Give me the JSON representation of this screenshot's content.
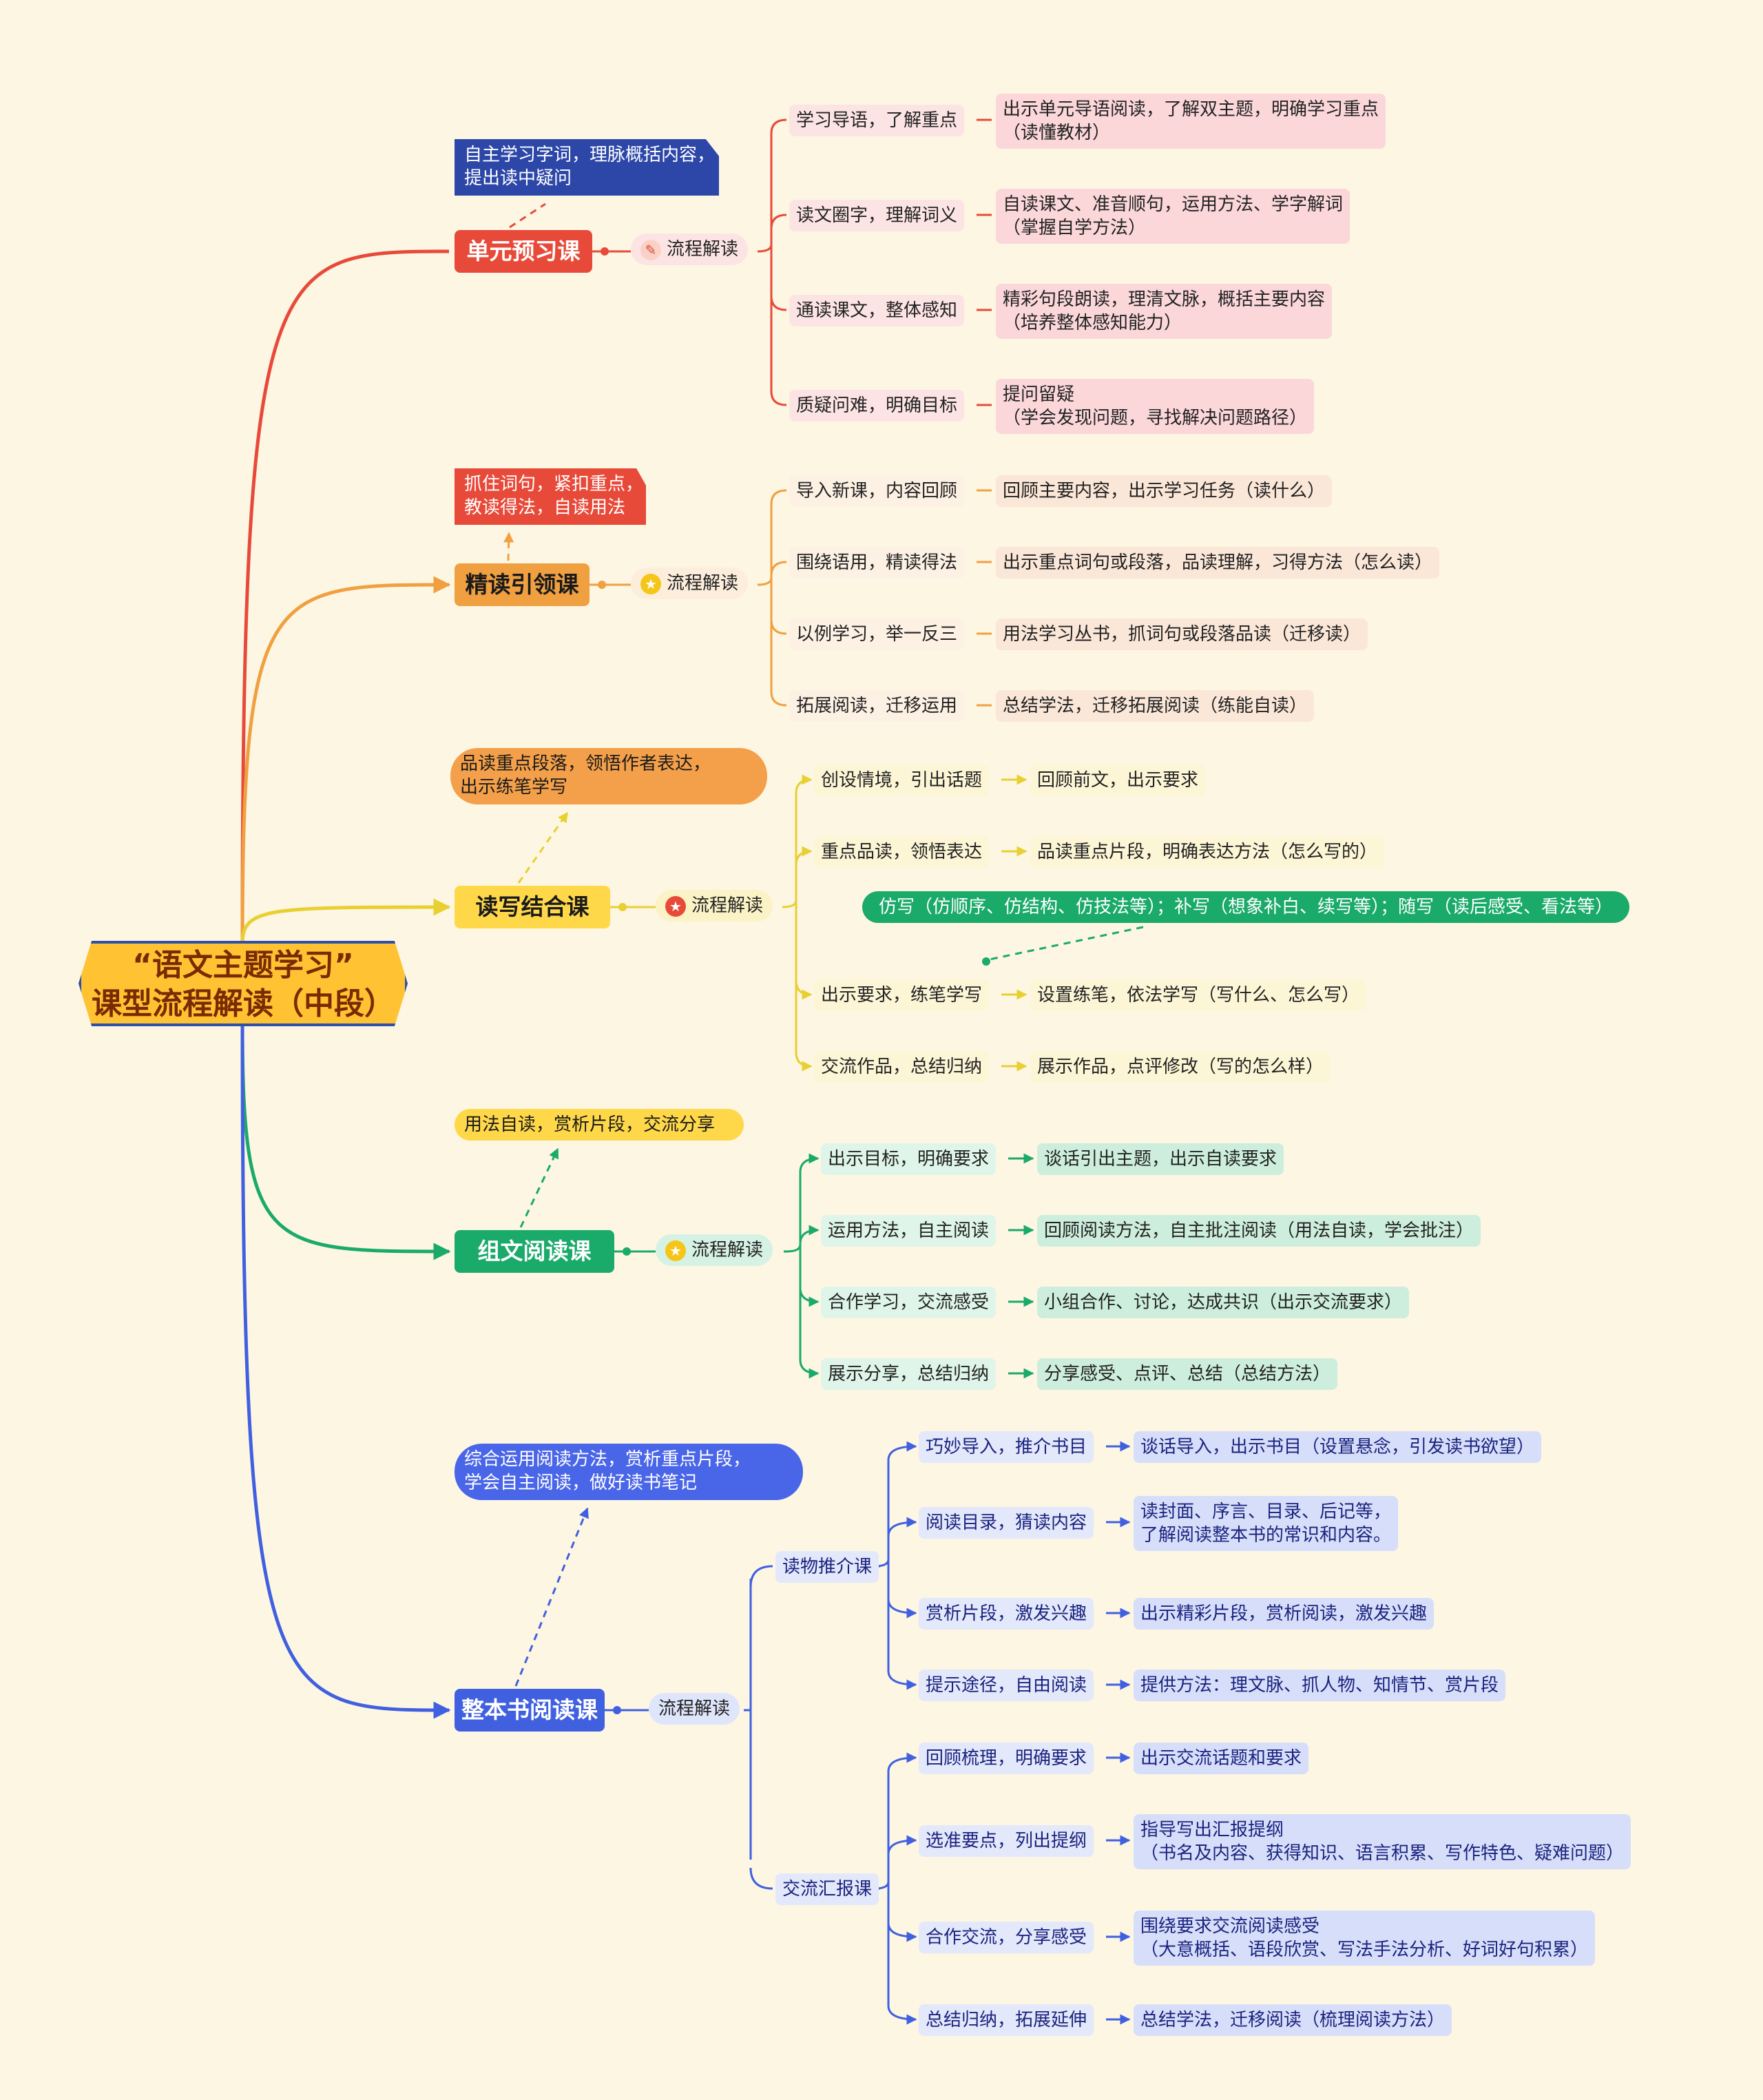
{
  "root": "“语文主题学习”\n课型流程解读（中段）",
  "colors": {
    "red": "#e84a3a",
    "orange": "#f0a040",
    "yellow": "#e8d030",
    "green": "#1aaa6a",
    "blue": "#4060e0"
  },
  "branches": [
    {
      "title": "单元预习课",
      "tag": "流程解读",
      "tag_icon": "pencil-icon",
      "note": "自主学习字词，理脉概括内容，\n提出读中疑问",
      "steps": [
        {
          "label": "学习导语，了解重点",
          "detail": "出示单元导语阅读，了解双主题，明确学习重点\n（读懂教材）"
        },
        {
          "label": "读文圈字，理解词义",
          "detail": "自读课文、准音顺句，运用方法、学字解词\n（掌握自学方法）"
        },
        {
          "label": "通读课文，整体感知",
          "detail": "精彩句段朗读，理清文脉，概括主要内容\n（培养整体感知能力）"
        },
        {
          "label": "质疑问难，明确目标",
          "detail": "提问留疑\n（学会发现问题，寻找解决问题路径）"
        }
      ]
    },
    {
      "title": "精读引领课",
      "tag": "流程解读",
      "tag_icon": "star-icon",
      "note": "抓住词句，紧扣重点，\n教读得法，自读用法",
      "steps": [
        {
          "label": "导入新课，内容回顾",
          "detail": "回顾主要内容，出示学习任务（读什么）"
        },
        {
          "label": "围绕语用，精读得法",
          "detail": "出示重点词句或段落，品读理解，习得方法（怎么读）"
        },
        {
          "label": "以例学习，举一反三",
          "detail": "用法学习丛书，抓词句或段落品读（迁移读）"
        },
        {
          "label": "拓展阅读，迁移运用",
          "detail": "总结学法，迁移拓展阅读（练能自读）"
        }
      ]
    },
    {
      "title": "读写结合课",
      "tag": "流程解读",
      "tag_icon": "star-icon",
      "note": "品读重点段落，领悟作者表达，\n出示练笔学写",
      "extra": "仿写（仿顺序、仿结构、仿技法等）；补写（想象补白、续写等）；随写（读后感受、看法等）",
      "steps": [
        {
          "label": "创设情境，引出话题",
          "detail": "回顾前文，出示要求"
        },
        {
          "label": "重点品读，领悟表达",
          "detail": "品读重点片段，明确表达方法（怎么写的）"
        },
        {
          "label": "出示要求，练笔学写",
          "detail": "设置练笔，依法学写（写什么、怎么写）"
        },
        {
          "label": "交流作品，总结归纳",
          "detail": "展示作品，点评修改（写的怎么样）"
        }
      ]
    },
    {
      "title": "组文阅读课",
      "tag": "流程解读",
      "tag_icon": "star-icon",
      "note": "用法自读，赏析片段，交流分享",
      "steps": [
        {
          "label": "出示目标，明确要求",
          "detail": "谈话引出主题，出示自读要求"
        },
        {
          "label": "运用方法，自主阅读",
          "detail": "回顾阅读方法，自主批注阅读（用法自读，学会批注）"
        },
        {
          "label": "合作学习，交流感受",
          "detail": "小组合作、讨论，达成共识（出示交流要求）"
        },
        {
          "label": "展示分享，总结归纳",
          "detail": "分享感受、点评、总结（总结方法）"
        }
      ]
    },
    {
      "title": "整本书阅读课",
      "tag": "流程解读",
      "note": "综合运用阅读方法，赏析重点片段，\n学会自主阅读，做好读书笔记",
      "subgroups": [
        {
          "label": "读物推介课",
          "steps": [
            {
              "label": "巧妙导入，推介书目",
              "detail": "谈话导入，出示书目（设置悬念，引发读书欲望）"
            },
            {
              "label": "阅读目录，猜读内容",
              "detail": "读封面、序言、目录、后记等，\n了解阅读整本书的常识和内容。"
            },
            {
              "label": "赏析片段，激发兴趣",
              "detail": "出示精彩片段，赏析阅读，激发兴趣"
            },
            {
              "label": "提示途径，自由阅读",
              "detail": "提供方法：理文脉、抓人物、知情节、赏片段"
            }
          ]
        },
        {
          "label": "交流汇报课",
          "steps": [
            {
              "label": "回顾梳理，明确要求",
              "detail": "出示交流话题和要求"
            },
            {
              "label": "选准要点，列出提纲",
              "detail": "指导写出汇报提纲\n（书名及内容、获得知识、语言积累、写作特色、疑难问题）"
            },
            {
              "label": "合作交流，分享感受",
              "detail": "围绕要求交流阅读感受\n（大意概括、语段欣赏、写法手法分析、好词好句积累）"
            },
            {
              "label": "总结归纳，拓展延伸",
              "detail": "总结学法，迁移阅读（梳理阅读方法）"
            }
          ]
        }
      ]
    }
  ]
}
